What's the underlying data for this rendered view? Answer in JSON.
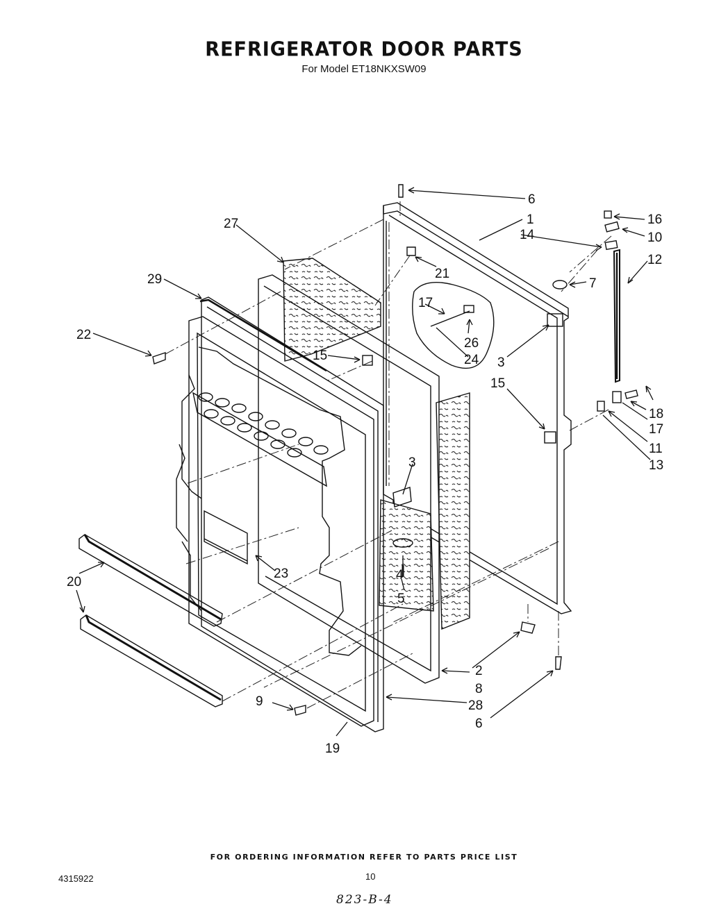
{
  "header": {
    "title": "REFRIGERATOR DOOR PARTS",
    "subtitle": "For Model ET18NKXSW09"
  },
  "callouts": {
    "c1": "1",
    "c2": "2",
    "c3a": "3",
    "c3b": "3",
    "c4": "4",
    "c5": "5",
    "c6a": "6",
    "c6b": "6",
    "c7": "7",
    "c8": "8",
    "c9": "9",
    "c10": "10",
    "c11": "11",
    "c12": "12",
    "c13": "13",
    "c14": "14",
    "c15a": "15",
    "c15b": "15",
    "c16": "16",
    "c17a": "17",
    "c17b": "17",
    "c18": "18",
    "c19": "19",
    "c20": "20",
    "c21": "21",
    "c22": "22",
    "c23": "23",
    "c24": "24",
    "c26": "26",
    "c27": "27",
    "c28": "28",
    "c29": "29"
  },
  "footer": {
    "ordering_note": "FOR ORDERING INFORMATION REFER TO PARTS PRICE LIST",
    "doc_number": "4315922",
    "page_number": "10",
    "handwritten": "823-B-4"
  }
}
